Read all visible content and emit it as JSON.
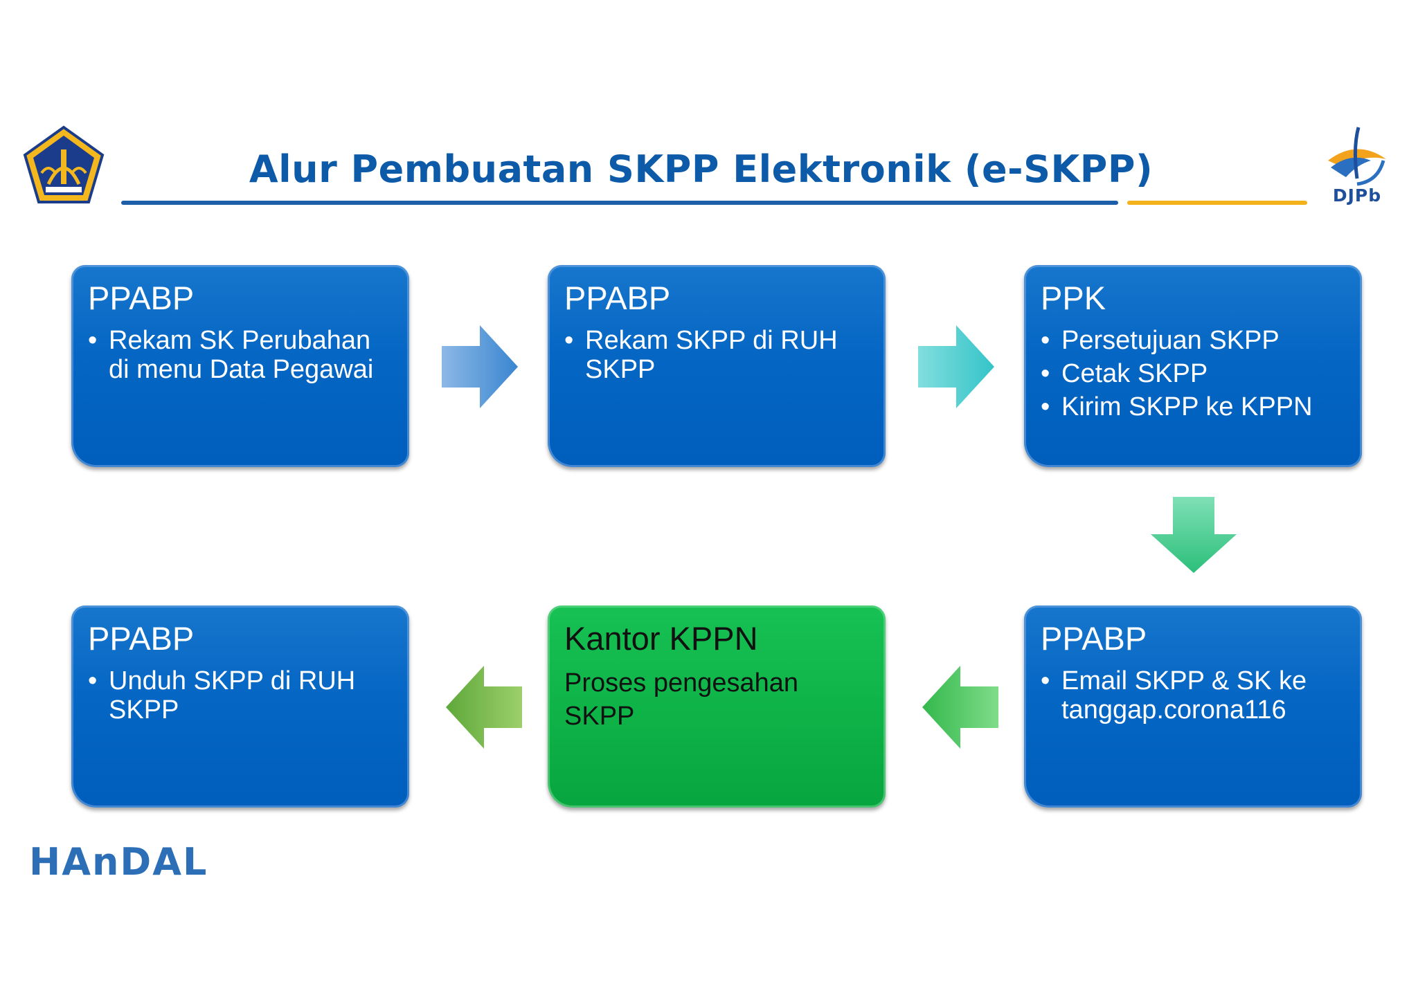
{
  "title": "Alur Pembuatan SKPP Elektronik (e-SKPP)",
  "logos": {
    "top_left": "kemenkeu-emblem-icon",
    "top_right": {
      "icon": "djpb-logo-icon",
      "text": "DJPb"
    },
    "bottom_left": {
      "icon": "handal-logo-icon",
      "text": "HAnDAL"
    }
  },
  "colors": {
    "title": "#0d5ba8",
    "box_blue": "#0566c4",
    "box_green": "#0fb448",
    "rule_blue": "#1d5ea8",
    "rule_gold": "#f3b21b"
  },
  "steps": [
    {
      "title": "PPABP",
      "bullets": [
        "Rekam SK Perubahan di menu Data Pegawai"
      ]
    },
    {
      "title": "PPABP",
      "bullets": [
        "Rekam SKPP di RUH SKPP"
      ]
    },
    {
      "title": "PPK",
      "bullets": [
        "Persetujuan SKPP",
        "Cetak SKPP",
        "Kirim SKPP ke KPPN"
      ]
    },
    {
      "title": "PPABP",
      "bullets": [
        "Email SKPP & SK ke tanggap.corona116"
      ]
    },
    {
      "title": "Kantor KPPN",
      "text": "Proses pengesahan SKPP"
    },
    {
      "title": "PPABP",
      "bullets": [
        "Unduh SKPP di RUH SKPP"
      ]
    }
  ]
}
